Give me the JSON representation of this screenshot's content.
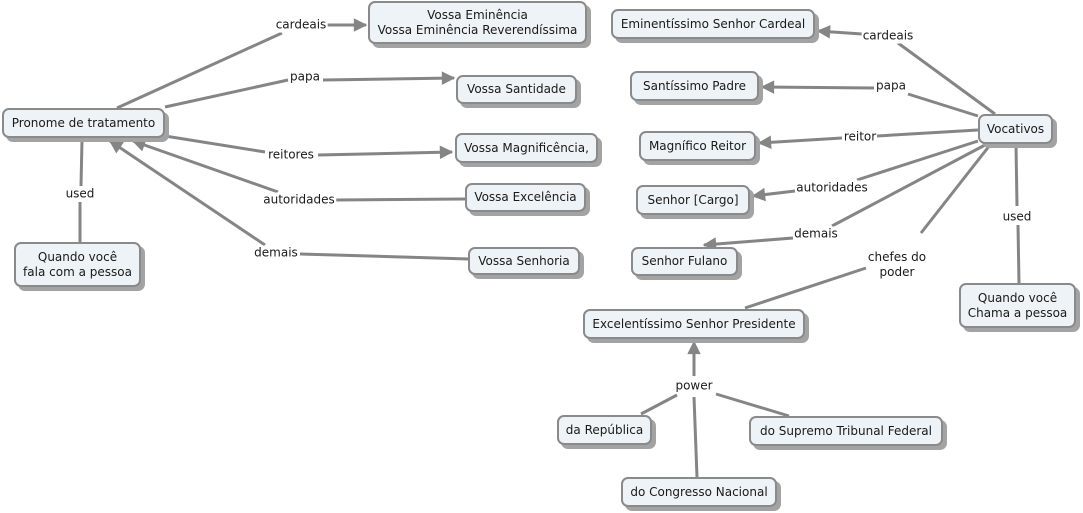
{
  "map": {
    "line_color": "#858585",
    "node_fill": "#edf3f6",
    "node_border": "#8a8a8a",
    "shadow_color": "#a3a3a3"
  },
  "nodes": {
    "pronome": "Pronome de tratamento",
    "quando_fala": "Quando você\nfala com a pessoa",
    "vossa_eminencia": "Vossa Eminência\nVossa Eminência Reverendíssima",
    "vossa_santidade": "Vossa Santidade",
    "vossa_magnificencia": "Vossa Magnificência,",
    "vossa_excelencia": "Vossa Excelência",
    "vossa_senhoria": "Vossa Senhoria",
    "eminentissimo": "Eminentíssimo Senhor Cardeal",
    "santissimo": "Santíssimo Padre",
    "magnifico": "Magnífico Reitor",
    "senhor_cargo": "Senhor [Cargo]",
    "senhor_fulano": "Senhor Fulano",
    "vocativos": "Vocativos",
    "quando_chama": "Quando você\nChama a pessoa",
    "presidente": "Excelentíssimo Senhor Presidente",
    "republica": "da República",
    "supremo": "do Supremo Tribunal Federal",
    "congresso": "do Congresso Nacional"
  },
  "links": {
    "l_cardeais": "cardeais",
    "l_papa": "papa",
    "l_reitores": "reitores",
    "l_autoridades": "autoridades",
    "l_demais": "demais",
    "l_used": "used",
    "r_cardeais": "cardeais",
    "r_papa": "papa",
    "r_reitor": "reitor",
    "r_autoridades": "autoridades",
    "r_demais": "demais",
    "r_chefes": "chefes do\npoder",
    "r_used": "used",
    "power": "power"
  }
}
